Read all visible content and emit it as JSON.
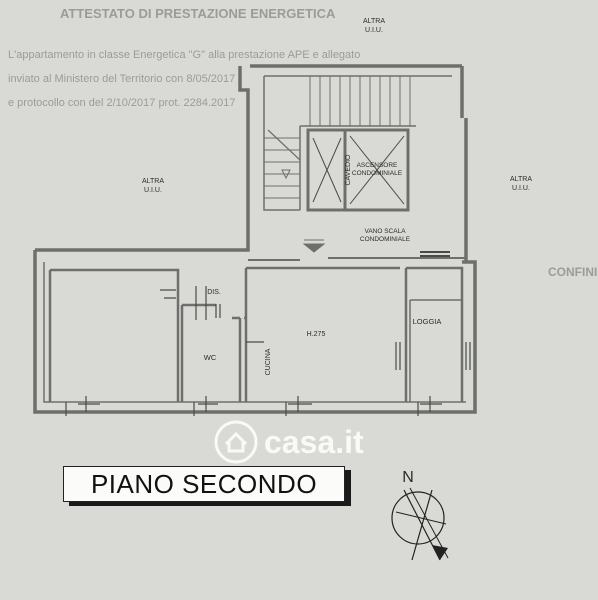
{
  "background_text": [
    "ATTESTATO DI PRESTAZIONE ENERGETICA",
    "L'appartamento in classe Energetica \"G\" alla prestazione APE e allegato",
    "inviato al Ministero del Territorio con 8/05/2017",
    "e protocollo con del 2/10/2017 prot. 2284.2017",
    "CONFINI"
  ],
  "labels": {
    "altra_top": "ALTRA",
    "uiu_top": "U.I.U.",
    "altra_left": "ALTRA",
    "uiu_left": "U.I.U.",
    "altra_right": "ALTRA",
    "uiu_right": "U.I.U.",
    "cavedio": "CAVEDIO",
    "ascensore_1": "ASCENSORE",
    "ascensore_2": "CONDOMINIALE",
    "vano_1": "VANO SCALA",
    "vano_2": "CONDOMINIALE",
    "dis": "DIS.",
    "wc": "WC",
    "cucina": "CUCINA",
    "height": "H.275",
    "loggia": "LOGGIA"
  },
  "title": "PIANO SECONDO",
  "compass": "N",
  "watermark": "casa.it",
  "colors": {
    "paper": "#d9dad6",
    "wall": "#6e6f6c",
    "wall_fill": "#a9aaa6",
    "ink": "#2b2b2b",
    "title_bg": "#fbfbf9"
  }
}
